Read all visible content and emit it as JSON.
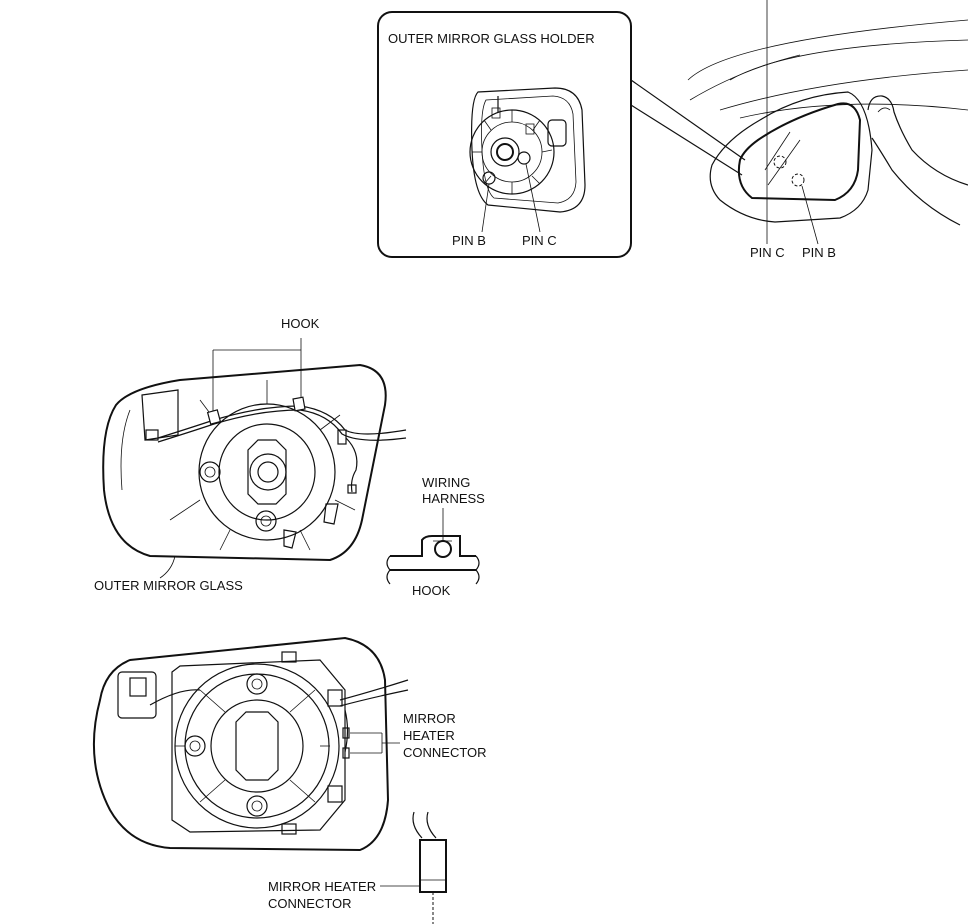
{
  "labels": {
    "glass_holder": "OUTER MIRROR GLASS HOLDER",
    "pin_b_inset": "PIN B",
    "pin_c_inset": "PIN C",
    "pin_c_car": "PIN C",
    "pin_b_car": "PIN B",
    "hook_top": "HOOK",
    "wiring_harness_1": "WIRING",
    "wiring_harness_2": "HARNESS",
    "hook_detail": "HOOK",
    "outer_mirror_glass": "OUTER MIRROR GLASS",
    "mirror_heater_connector_1": "MIRROR",
    "mirror_heater_connector_2": "HEATER",
    "mirror_heater_connector_3": "CONNECTOR",
    "connector_detail_1": "MIRROR HEATER",
    "connector_detail_2": "CONNECTOR"
  }
}
